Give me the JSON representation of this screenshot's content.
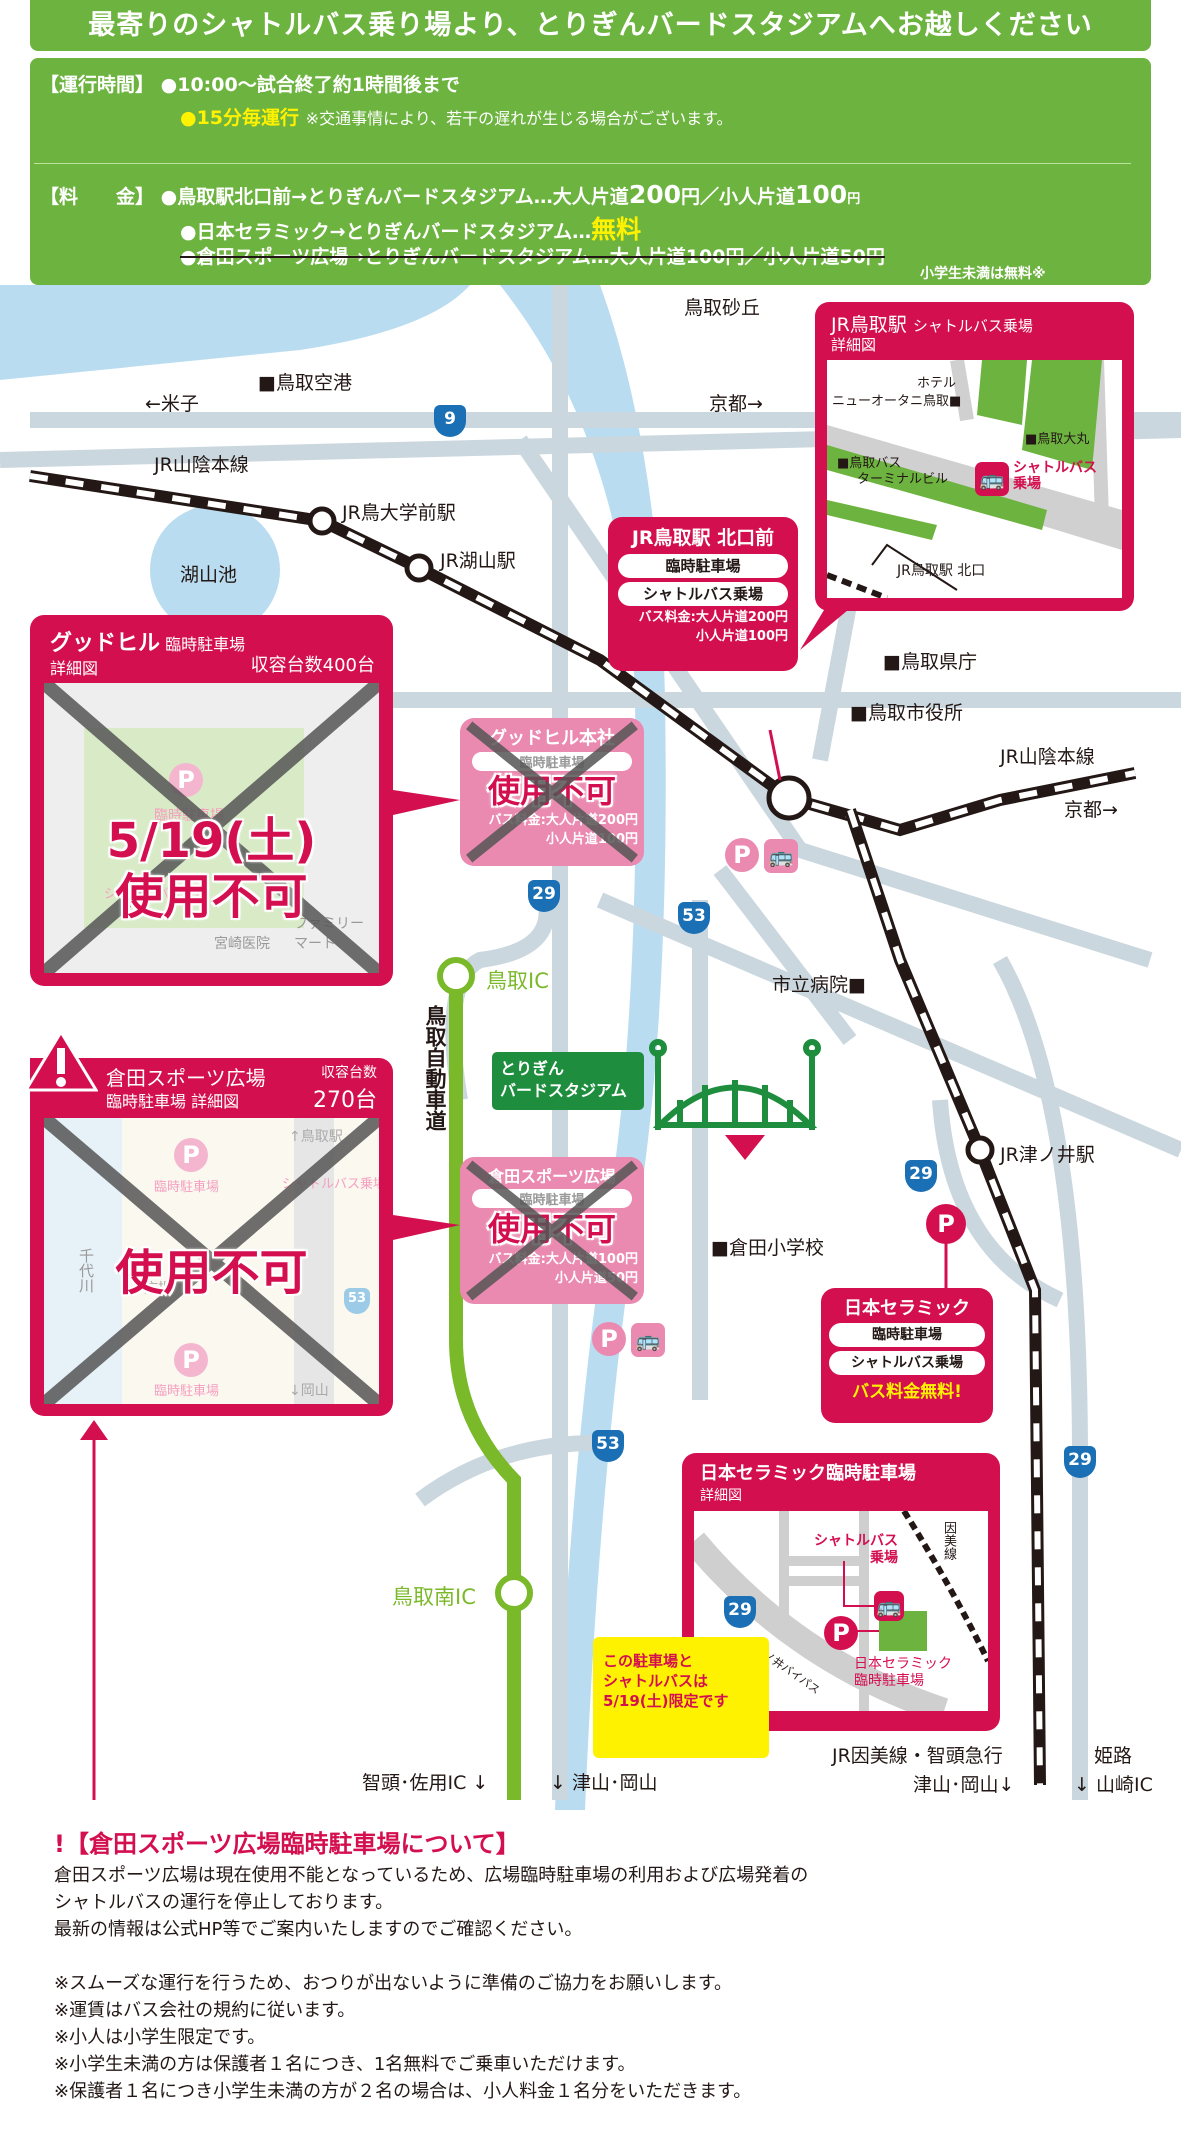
{
  "title": "最寄りのシャトルバス乗り場より、とりぎんバードスタジアムへお越しください",
  "info": {
    "hours_label": "【運行時間】",
    "hours_1": "●10:00～試合終了約1時間後まで",
    "hours_2_highlight": "●15分毎運行",
    "hours_2_note": "※交通事情により、若干の遅れが生じる場合がございます。",
    "fare_label": "【料　　金】",
    "fare_1_route": "●鳥取駅北口前→とりぎんバードスタジアム…大人片道",
    "fare_1_adult": "200",
    "fare_1_mid": "円／小人片道",
    "fare_1_child": "100",
    "yen": "円",
    "fare_2_route": "●日本セラミック→とりぎんバードスタジアム…",
    "fare_2_free": "無料",
    "fare_3_cancelled": "●倉田スポーツ広場→とりぎんバードスタジアム…大人片道100円／小人片道50円",
    "fare_note": "小学生未満は無料※"
  },
  "map": {
    "places": {
      "sakyu": "鳥取砂丘",
      "airport": "■鳥取空港",
      "yonago": "←米子",
      "kyoto_top": "京都→",
      "sanin_left": "JR山陰本線",
      "tottori_univ_st": "JR鳥大学前駅",
      "koyama_st": "JR湖山駅",
      "koyama_lake": "湖山池",
      "prefecture": "■鳥取県庁",
      "city_hall": "■鳥取市役所",
      "sanin_right": "JR山陰本線",
      "kyoto_right": "京都→",
      "tottori_ic": "鳥取IC",
      "hospital": "市立病院■",
      "expressway": "鳥取自動車道",
      "tsunoi_st": "JR津ノ井駅",
      "kurata_school": "■倉田小学校",
      "minami_ic": "鳥取南IC",
      "chizu_sayo": "智頭･佐用IC ↓",
      "tsuyama_okayama_1": "↓ 津山･岡山",
      "inbi_line": "JR因美線・智頭急行",
      "tsuyama_okayama_2": "津山･岡山↓",
      "himeji": "姫路",
      "yamasaki": "↓ 山崎IC"
    },
    "routes": {
      "r9": "9",
      "r29": "29",
      "r53": "53"
    },
    "stadium": {
      "line1": "とりぎん",
      "line2": "バードスタジアム"
    },
    "jr_detail": {
      "title": "JR鳥取駅",
      "subtitle": "シャトルバス乗場",
      "detail": "詳細図",
      "hotel1": "ホテル",
      "hotel2": "ニューオータニ鳥取■",
      "daimaru": "■鳥取大丸",
      "terminal1": "■鳥取バス",
      "terminal2": "ターミナルビル",
      "bus_stop1": "シャトルバス",
      "bus_stop2": "乗場",
      "north_exit": "JR鳥取駅 北口"
    },
    "jr_north": {
      "title": "JR鳥取駅 北口前",
      "parking": "臨時駐車場",
      "shuttle": "シャトルバス乗場",
      "fare1": "バス料金:大人片道200円",
      "fare2": "小人片道100円"
    },
    "goodhill": {
      "title": "グッドヒル",
      "subtitle": "臨時駐車場",
      "detail": "詳細図",
      "capacity": "収容台数400台",
      "p_label": "臨時駐車場",
      "bus_label": "シャトルバス乗場",
      "clinic": "宮崎医院",
      "mart": "ファミリーマート",
      "date": "5/19(土)",
      "unavailable": "使用不可"
    },
    "goodhill_hq": {
      "title": "グッドヒル本社",
      "parking": "臨時駐車場",
      "unavailable": "使用不可",
      "fare1": "バス料金:大人片道200円",
      "fare2": "小人片道100円"
    },
    "kurata": {
      "title": "倉田スポーツ広場",
      "subtitle": "臨時駐車場 詳細図",
      "capacity_label": "収容台数",
      "capacity": "270台",
      "river": "千代川",
      "to_station": "↑鳥取駅",
      "to_okayama": "↓岡山",
      "p_label": "臨時駐車場",
      "bus_label": "シャトルバス乗場",
      "plaza": "広場",
      "unavailable": "使用不可"
    },
    "kurata_hq": {
      "title": "倉田スポーツ広場",
      "parking": "臨時駐車場",
      "unavailable": "使用不可",
      "fare1": "バス料金:大人片道100円",
      "fare2": "小人片道50円"
    },
    "ceramic": {
      "title": "日本セラミック",
      "parking": "臨時駐車場",
      "shuttle": "シャトルバス乗場",
      "free": "バス料金無料!"
    },
    "ceramic_detail": {
      "title": "日本セラミック臨時駐車場",
      "detail": "詳細図",
      "bus1": "シャトルバス",
      "bus2": "乗場",
      "inbi": "因美線",
      "bypass": "津ノ井バイパス",
      "lot1": "日本セラミック",
      "lot2": "臨時駐車場"
    },
    "limited_note": {
      "line1": "この駐車場と",
      "line2": "シャトルバスは",
      "line3": "5/19(土)限定です"
    },
    "p": "P",
    "bus": "🚌",
    "warn": "!"
  },
  "notes": {
    "heading": "【倉田スポーツ広場臨時駐車場について】",
    "lines": [
      "倉田スポーツ広場は現在使用不能となっているため、広場臨時駐車場の利用および広場発着の",
      "シャトルバスの運行を停止しております。",
      "最新の情報は公式HP等でご案内いたしますのでご確認ください。",
      "",
      "※スムーズな運行を行うため、おつりが出ないように準備のご協力をお願いします。",
      "※運賃はバス会社の規約に従います。",
      "※小人は小学生限定です。",
      "※小学生未満の方は保護者１名につき、1名無料でご乗車いただけます。",
      "※保護者１名につき小学生未満の方が２名の場合は、小人料金１名分をいただきます。"
    ]
  },
  "colors": {
    "green": "#6db33f",
    "crimson": "#d40f50",
    "pink": "#eb8ab0",
    "yellow": "#fff200",
    "road": "#cbd7de",
    "river": "#b9dcf0"
  }
}
